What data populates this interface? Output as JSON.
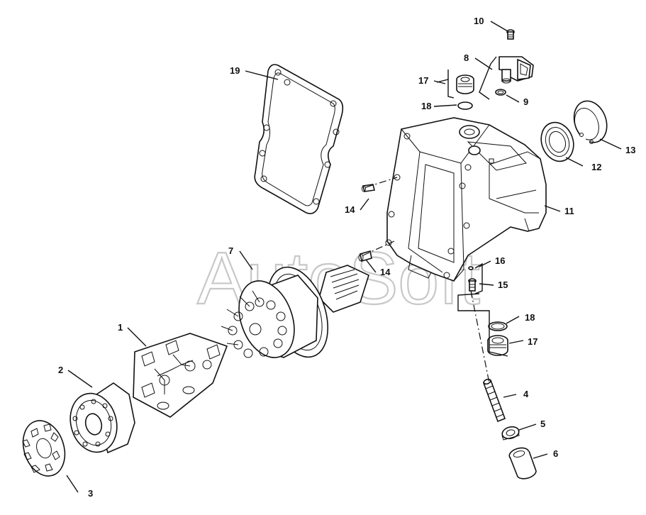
{
  "watermark": "AutoSoft",
  "callouts": [
    {
      "id": "c1",
      "text": "1"
    },
    {
      "id": "c2",
      "text": "2"
    },
    {
      "id": "c3",
      "text": "3"
    },
    {
      "id": "c4",
      "text": "4"
    },
    {
      "id": "c5",
      "text": "5"
    },
    {
      "id": "c6",
      "text": "6"
    },
    {
      "id": "c7",
      "text": "7"
    },
    {
      "id": "c8",
      "text": "8"
    },
    {
      "id": "c9",
      "text": "9"
    },
    {
      "id": "c10",
      "text": "10"
    },
    {
      "id": "c11",
      "text": "11"
    },
    {
      "id": "c12",
      "text": "12"
    },
    {
      "id": "c13",
      "text": "13"
    },
    {
      "id": "c14a",
      "text": "14"
    },
    {
      "id": "c14b",
      "text": "14"
    },
    {
      "id": "c15",
      "text": "15"
    },
    {
      "id": "c16",
      "text": "16"
    },
    {
      "id": "c17a",
      "text": "17"
    },
    {
      "id": "c17b",
      "text": "17"
    },
    {
      "id": "c18a",
      "text": "18"
    },
    {
      "id": "c18b",
      "text": "18"
    },
    {
      "id": "c19",
      "text": "19"
    }
  ]
}
